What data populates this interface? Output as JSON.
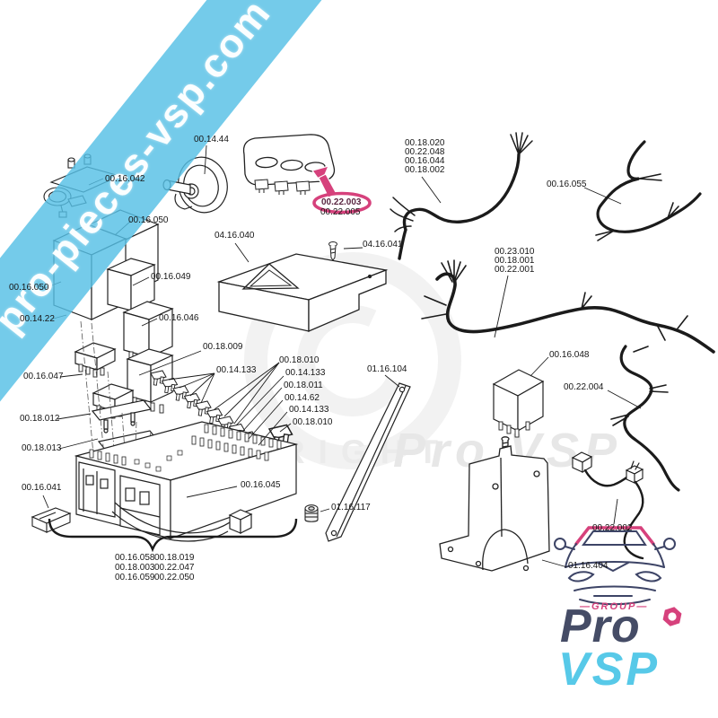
{
  "banner": {
    "text": "pro-pieces-vsp.com",
    "color": "#56bfe5"
  },
  "watermark": {
    "symbol": "©",
    "copyright": "COPYRIGHT",
    "brand": "Pro VSP"
  },
  "highlight": {
    "part": "00.22.003",
    "accent_color": "#d6417c"
  },
  "logo": {
    "group": "—GROUP—",
    "pro": "Pro",
    "vsp": "VSP",
    "pro_color": "#454c66",
    "vsp_color": "#57c9e8",
    "accent_color": "#d6417c"
  },
  "labels": [
    {
      "text": "00.16.042"
    },
    {
      "text": "00.14.44"
    },
    {
      "text": "00.16.050"
    },
    {
      "text": "00.16.050"
    },
    {
      "text": "00.14.22"
    },
    {
      "text": "00.16.049"
    },
    {
      "text": "00.16.046"
    },
    {
      "text": "00.16.047"
    },
    {
      "text": "00.18.012"
    },
    {
      "text": "00.18.013"
    },
    {
      "text": "00.16.041"
    },
    {
      "text": "00.18.009"
    },
    {
      "text": "00.14.133"
    },
    {
      "text": "00.18.010"
    },
    {
      "text": "00.14.133"
    },
    {
      "text": "00.18.011"
    },
    {
      "text": "00.14.62"
    },
    {
      "text": "00.14.133"
    },
    {
      "text": "00.18.010"
    },
    {
      "text": "00.16.045"
    },
    {
      "text": "01.16.117"
    },
    {
      "text": "00.16.058"
    },
    {
      "text": "00.18.003"
    },
    {
      "text": "00.16.059"
    },
    {
      "text": "00.18.019"
    },
    {
      "text": "00.22.047"
    },
    {
      "text": "00.22.050"
    },
    {
      "text": "04.16.040"
    },
    {
      "text": "04.16.041"
    },
    {
      "text": "00.22.005"
    },
    {
      "text": "00.18.020"
    },
    {
      "text": "00.22.048"
    },
    {
      "text": "00.16.044"
    },
    {
      "text": "00.18.002"
    },
    {
      "text": "00.16.055"
    },
    {
      "text": "00.23.010"
    },
    {
      "text": "00.18.001"
    },
    {
      "text": "00.22.001"
    },
    {
      "text": "00.16.048"
    },
    {
      "text": "00.22.004"
    },
    {
      "text": "01.16.104"
    },
    {
      "text": "00.22.002"
    },
    {
      "text": "01.16.404"
    }
  ]
}
